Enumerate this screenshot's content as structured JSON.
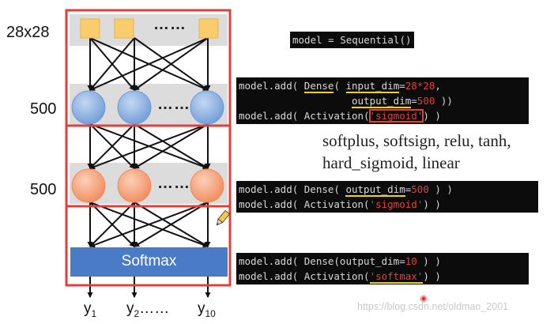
{
  "layer_labels": {
    "input": "28x28",
    "hidden1": "500",
    "hidden2": "500"
  },
  "network": {
    "softmax_label": "Softmax",
    "ellipsis": "……",
    "outputs": {
      "y1_base": "y",
      "y1_sub": "1",
      "y2_base": "y",
      "y2_sub": "2",
      "y2_suffix": "……",
      "y10_base": "y",
      "y10_sub": "10"
    },
    "colors": {
      "input_node": "#f9cd6b",
      "hidden1_node": "#8eb4e3",
      "hidden2_node": "#f7a37e",
      "softmax": "#4a7bc6",
      "band": "#dcdcdc",
      "frame": "#e0403a"
    }
  },
  "code": {
    "sequential": "model = Sequential()",
    "block1": {
      "l1_a": "model.add( ",
      "l1_dense": "Dense",
      "l1_b": "( ",
      "l1_param": "input_dim",
      "l1_c": "=",
      "l1_val": "28*28",
      "l1_d": ",",
      "l2_pad": "                   ",
      "l2_param": "output_dim",
      "l2_c": "=",
      "l2_val": "500",
      "l2_d": " ))",
      "l3_a": "model.add( Activation(",
      "l3_str": "'sigmoid'",
      "l3_b": ") )"
    },
    "block2": {
      "l1_a": "model.add( Dense( ",
      "l1_param": "output_dim",
      "l1_c": "=",
      "l1_val": "500",
      "l1_d": " ) )",
      "l2_a": "model.add( Activation(",
      "l2_str": "'sigmoid'",
      "l2_b": ") )"
    },
    "block3": {
      "l1_a": "model.add( Dense(output_dim=",
      "l1_val": "10",
      "l1_d": " ) )",
      "l2_a": "model.add( Activation(",
      "l2_str": "'softmax'",
      "l2_b": ") )"
    }
  },
  "activation_options": {
    "line1": "softplus, softsign, relu, tanh,",
    "line2": "hard_sigmoid, linear"
  },
  "watermark": "https://blog.csdn.net/oldmao_2001"
}
